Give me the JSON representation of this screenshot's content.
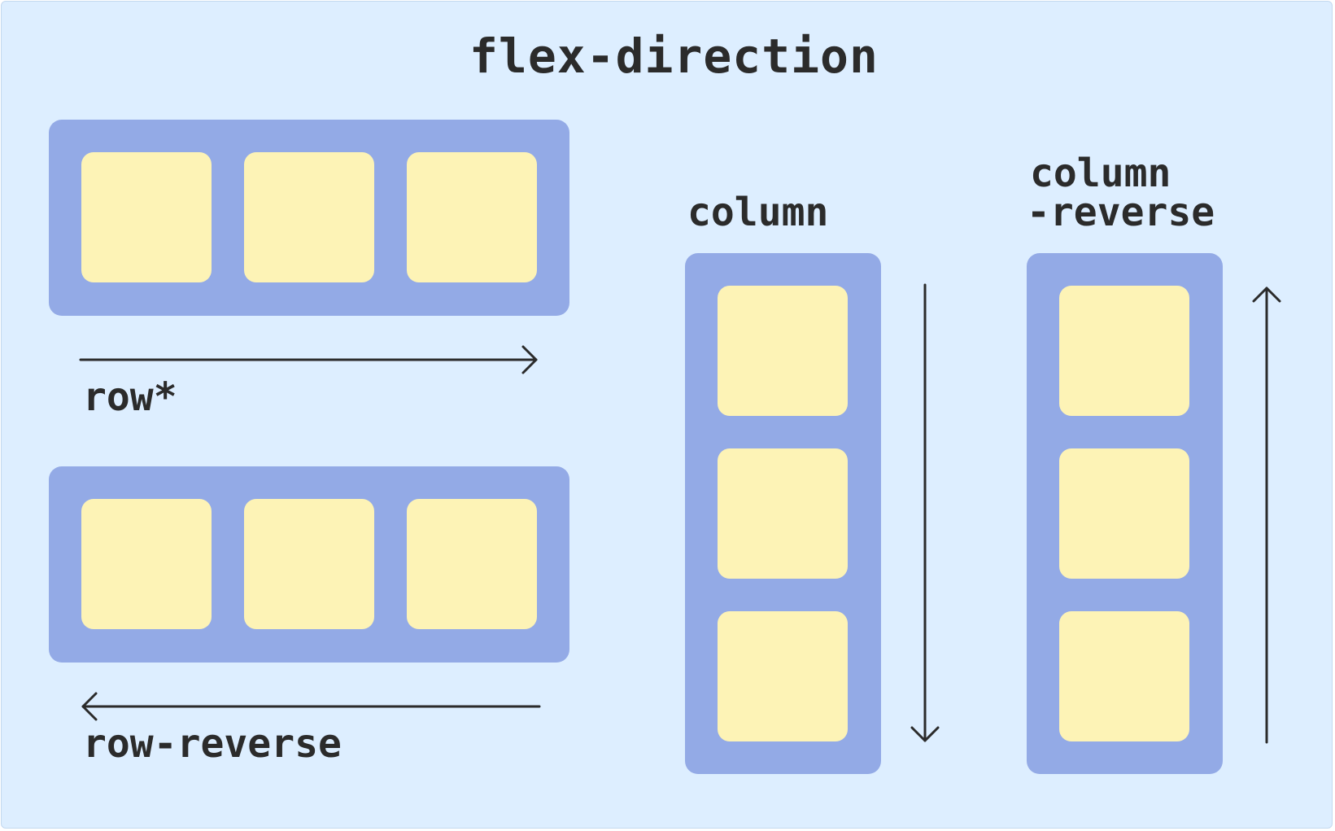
{
  "title": "flex-direction",
  "colors": {
    "background": "#ddeeff",
    "container": "#93aae6",
    "item": "#fdf3b6",
    "ink": "#2b2b2b"
  },
  "examples": {
    "row": {
      "label": "row*",
      "items": 3,
      "arrow": "right"
    },
    "row_reverse": {
      "label": "row-reverse",
      "items": 3,
      "arrow": "left"
    },
    "column": {
      "label": "column",
      "items": 3,
      "arrow": "down"
    },
    "column_reverse": {
      "label_line1": "column",
      "label_line2": "-reverse",
      "items": 3,
      "arrow": "up"
    }
  }
}
